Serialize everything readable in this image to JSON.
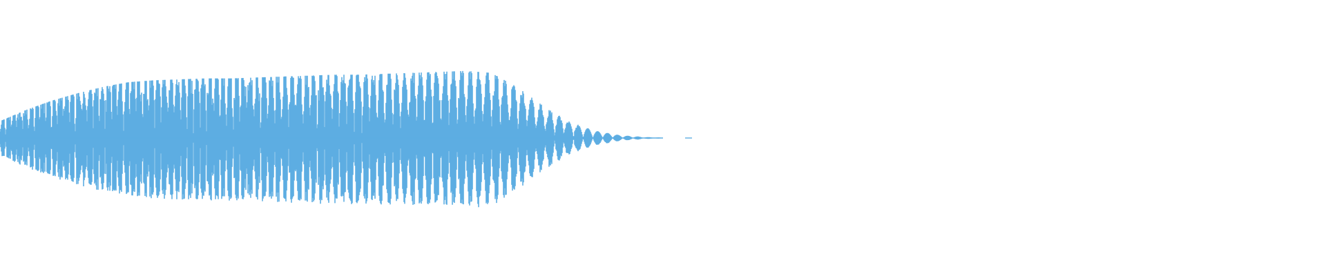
{
  "waveform": {
    "color": "#5DADE2",
    "background": "#FFFFFF",
    "envelope": {
      "amplitude_profile": [
        0.18,
        0.3,
        0.4,
        0.48,
        0.55,
        0.6,
        0.62,
        0.63,
        0.64,
        0.64,
        0.65,
        0.66,
        0.67,
        0.68,
        0.68,
        0.69,
        0.7,
        0.71,
        0.72,
        0.7,
        0.55,
        0.35,
        0.18,
        0.08,
        0.03,
        0.01,
        0,
        0
      ],
      "wave_cycles": 62
    }
  }
}
